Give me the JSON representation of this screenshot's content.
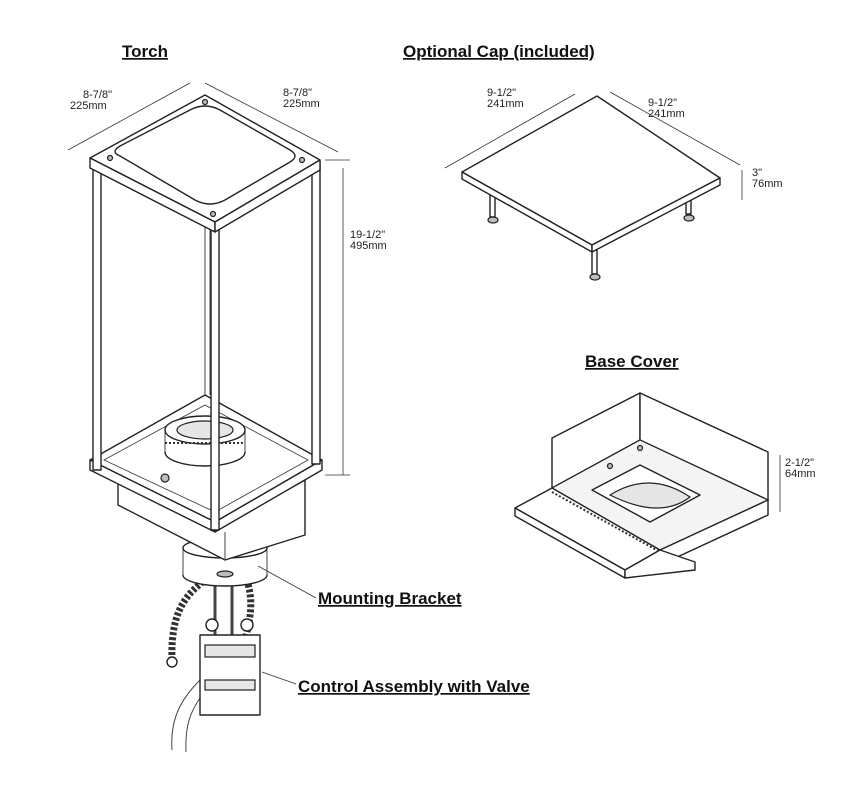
{
  "torch": {
    "title": "Torch",
    "width_left": {
      "imperial": "8-7/8\"",
      "metric": "225mm"
    },
    "width_right": {
      "imperial": "8-7/8\"",
      "metric": "225mm"
    },
    "height": {
      "imperial": "19-1/2\"",
      "metric": "495mm"
    }
  },
  "cap": {
    "title": "Optional Cap (included)",
    "width_left": {
      "imperial": "9-1/2\"",
      "metric": "241mm"
    },
    "width_right": {
      "imperial": "9-1/2\"",
      "metric": "241mm"
    },
    "height": {
      "imperial": "3\"",
      "metric": "76mm"
    }
  },
  "base_cover": {
    "title": "Base Cover",
    "height": {
      "imperial": "2-1/2\"",
      "metric": "64mm"
    }
  },
  "callouts": {
    "mounting_bracket": "Mounting Bracket",
    "control_assembly": "Control Assembly with Valve"
  }
}
